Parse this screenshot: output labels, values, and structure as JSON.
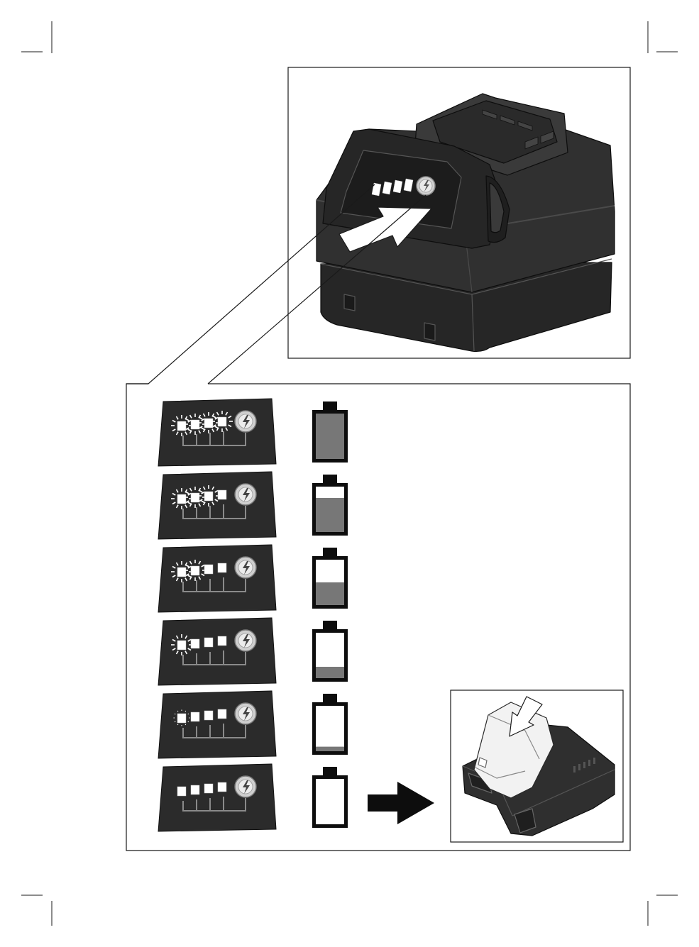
{
  "page": {
    "background": "#ffffff",
    "ink": "#1a1a1a",
    "panel_color": "#2b2b2b",
    "battery_fill_color": "#777777",
    "led_color": "#ffffff"
  },
  "crop_marks": true,
  "top_figure": {
    "subject": "battery-pack",
    "indicator_leds": 4,
    "icons": [
      "battery-pack-image",
      "charge-button-icon",
      "press-arrow-icon",
      "callout-lines"
    ]
  },
  "legend": {
    "rows": [
      {
        "fill_level": 1.0,
        "leds_lit": 4,
        "leds_flashing": 4,
        "flash_style": "bright"
      },
      {
        "fill_level": 0.75,
        "leds_lit": 3,
        "leds_flashing": 3,
        "flash_style": "bright"
      },
      {
        "fill_level": 0.5,
        "leds_lit": 2,
        "leds_flashing": 2,
        "flash_style": "bright"
      },
      {
        "fill_level": 0.25,
        "leds_lit": 1,
        "leds_flashing": 1,
        "flash_style": "bright"
      },
      {
        "fill_level": 0.1,
        "leds_lit": 1,
        "leds_flashing": 1,
        "flash_style": "dotted"
      },
      {
        "fill_level": 0.0,
        "leds_lit": 0,
        "leds_flashing": 0,
        "flash_style": "none"
      }
    ],
    "icons": [
      "led-panel-icon",
      "battery-level-icon",
      "flash-rays-icon",
      "lightning-bolt-icon"
    ]
  },
  "charger_inset": {
    "icons": [
      "next-step-arrow-icon",
      "charger-base-image",
      "battery-insert-image",
      "insert-arrow-icon"
    ]
  }
}
